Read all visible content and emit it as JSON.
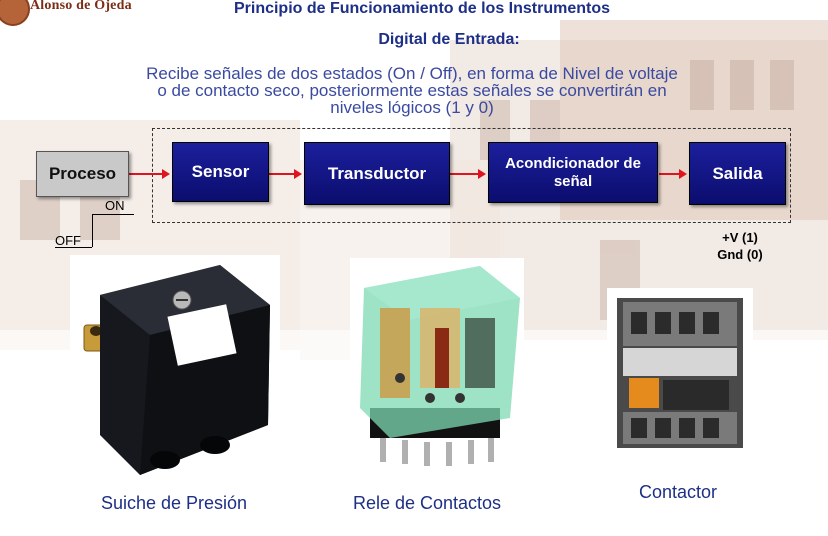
{
  "header": {
    "logo_text": "Alonso de Ojeda",
    "title": "Principio de Funcionamiento de los Instrumentos",
    "subtitle": "Digital de Entrada:"
  },
  "description": [
    "Recibe señales de dos estados (On / Off), en forma de Nivel de voltaje",
    "o de contacto seco, posteriormente estas señales se convertirán en",
    "niveles lógicos (1 y 0)"
  ],
  "diagram": {
    "blocks": [
      {
        "label": "Proceso"
      },
      {
        "label": "Sensor"
      },
      {
        "label": "Transductor"
      },
      {
        "label": "Acondicionador de señal"
      },
      {
        "label": "Salida"
      }
    ],
    "signal_on": "ON",
    "signal_off": "OFF",
    "output_high": "+V (1)",
    "output_low": "Gnd (0)",
    "arrow_color": "#e0141e"
  },
  "photos": [
    {
      "caption": "Suiche de Presión"
    },
    {
      "caption": "Rele de Contactos"
    },
    {
      "caption": "Contactor"
    }
  ]
}
